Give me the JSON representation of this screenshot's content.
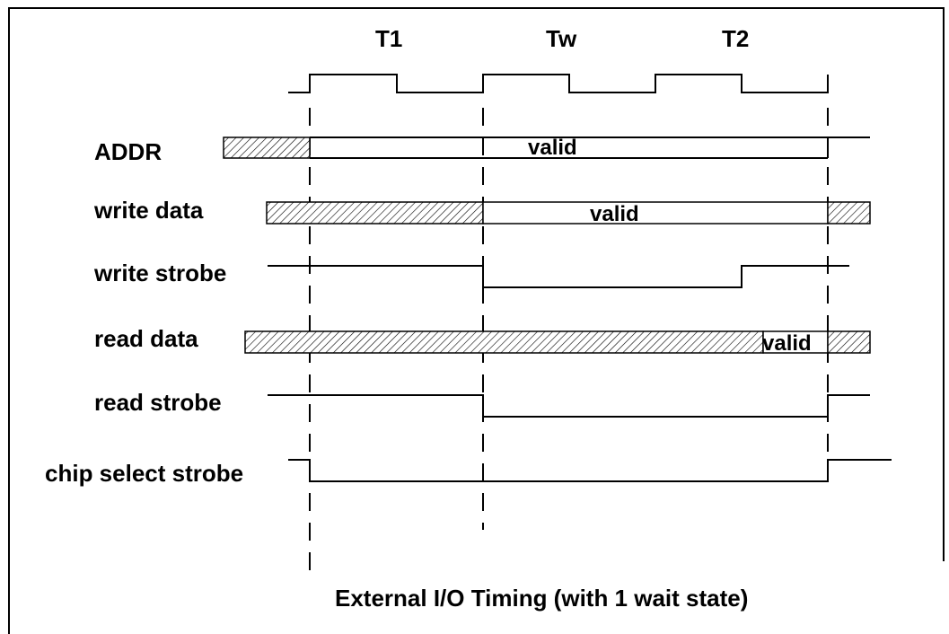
{
  "phases": [
    "T1",
    "Tw",
    "T2"
  ],
  "signals": {
    "addr": "ADDR",
    "write_data": "write data",
    "write_strobe": "write strobe",
    "read_data": "read data",
    "read_strobe": "read strobe",
    "chip_select": "chip select strobe"
  },
  "valid_labels": {
    "addr": "valid",
    "write_data": "valid",
    "read_data": "valid"
  },
  "caption": "External I/O Timing (with 1 wait state)"
}
